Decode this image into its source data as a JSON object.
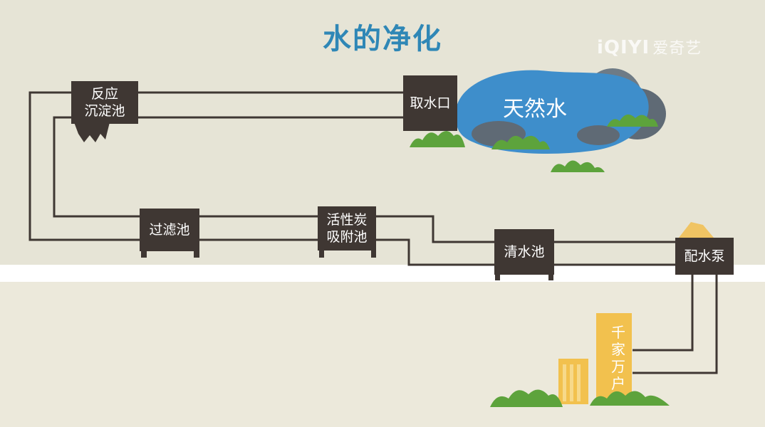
{
  "title": "水的净化",
  "watermark": {
    "brand": "iQIYI",
    "cn": "爱奇艺"
  },
  "nodes": {
    "intake": "取水口",
    "sedimentation": "反应\n沉淀池",
    "filter": "过滤池",
    "carbon": "活性炭\n吸附池",
    "clear_water": "清水池",
    "pump": "配水泵"
  },
  "lake_label": "天然水",
  "homes_label": "千家万户",
  "colors": {
    "background": "#e6e4d6",
    "ground": "#ece9db",
    "pipe": "#3f3733",
    "node": "#3f3733",
    "water": "#3e8ecb",
    "hill": "#6e7b86",
    "bush": "#5da33c",
    "building": "#f2c14e",
    "title": "#2f87b6"
  }
}
